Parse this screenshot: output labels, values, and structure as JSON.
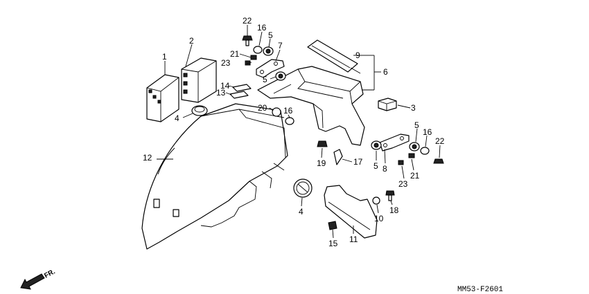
{
  "labels": {
    "p1": "1",
    "p2": "2",
    "p3": "3",
    "p4a": "4",
    "p4b": "4",
    "p5a": "5",
    "p5b": "5",
    "p5c": "5",
    "p5d": "5",
    "p6": "6",
    "p7": "7",
    "p8": "8",
    "p9": "9",
    "p10": "10",
    "p11": "11",
    "p12": "12",
    "p13": "13",
    "p14": "14",
    "p15": "15",
    "p16a": "16",
    "p16b": "16",
    "p16c": "16",
    "p17": "17",
    "p18": "18",
    "p19": "19",
    "p20": "20",
    "p21a": "21",
    "p21b": "21",
    "p22a": "22",
    "p22b": "22",
    "p23a": "23",
    "p23b": "23"
  },
  "direction_label": "FR.",
  "figure_code": "MM53-F2601"
}
